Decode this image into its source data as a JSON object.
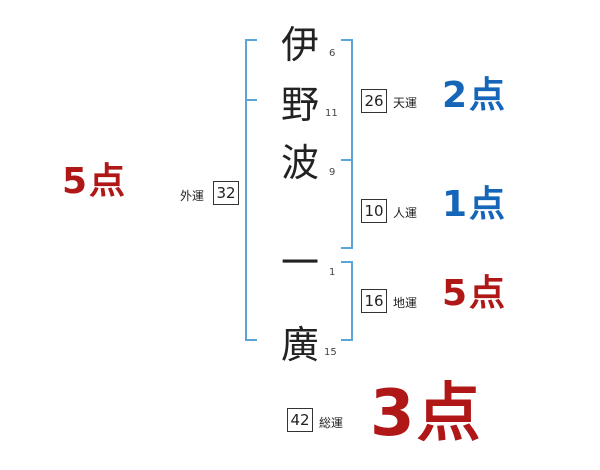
{
  "colors": {
    "bracket": "#5aa5d6",
    "score_red": "#b01818",
    "score_blue": "#1565b8",
    "text": "#222222"
  },
  "name": {
    "chars": [
      {
        "char": "伊",
        "strokes": "6"
      },
      {
        "char": "野",
        "strokes": "11"
      },
      {
        "char": "波",
        "strokes": "9"
      },
      {
        "char": "一",
        "strokes": "1"
      },
      {
        "char": "廣",
        "strokes": "15"
      }
    ]
  },
  "gaiun": {
    "value": "32",
    "label": "外運",
    "score": "5点",
    "score_color": "red"
  },
  "tenun": {
    "value": "26",
    "label": "天運",
    "score": "2点",
    "score_color": "blue"
  },
  "jinun": {
    "value": "10",
    "label": "人運",
    "score": "1点",
    "score_color": "blue"
  },
  "chiun": {
    "value": "16",
    "label": "地運",
    "score": "5点",
    "score_color": "red"
  },
  "souun": {
    "value": "42",
    "label": "総運",
    "score": "3点",
    "score_color": "red"
  }
}
